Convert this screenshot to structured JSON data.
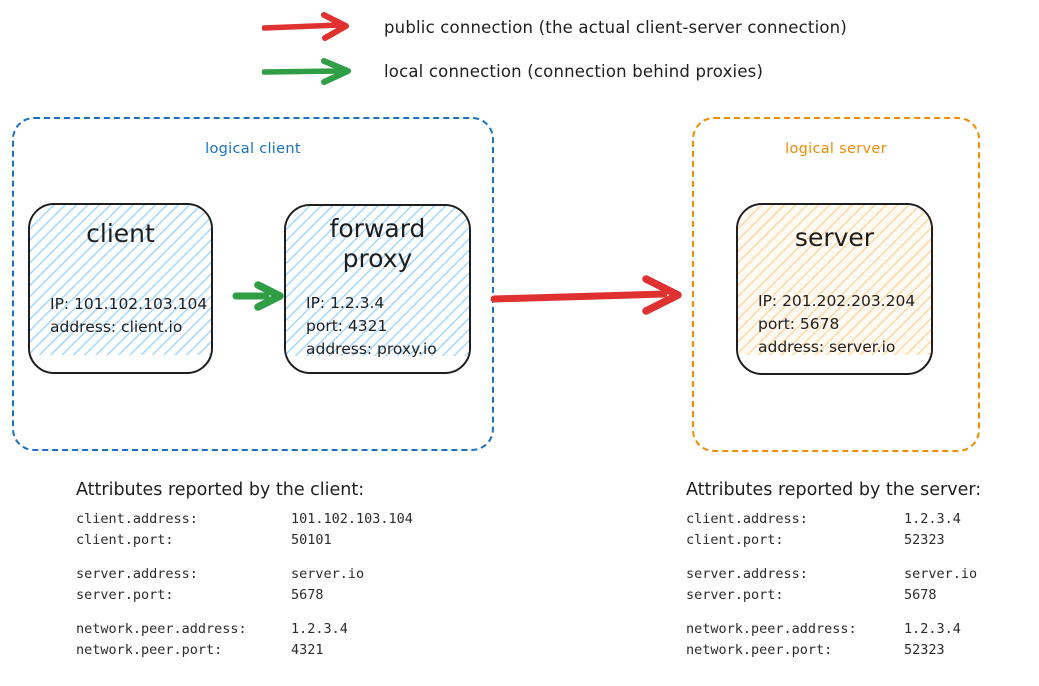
{
  "legend": {
    "items": [
      {
        "icon": "red-arrow-icon",
        "label": "public connection (the actual client-server connection)",
        "color": "#e03131"
      },
      {
        "icon": "green-arrow-icon",
        "label": "local connection (connection behind proxies)",
        "color": "#2f9e44"
      }
    ]
  },
  "groups": {
    "client": {
      "title": "logical client",
      "color": "#1971c2"
    },
    "server": {
      "title": "logical server",
      "color": "#f08c00"
    }
  },
  "nodes": {
    "client": {
      "title": "client",
      "lines": [
        "IP: 101.102.103.104",
        "address: client.io"
      ],
      "fill": "#a5d8ff"
    },
    "proxy": {
      "title_line1": "forward",
      "title_line2": "proxy",
      "lines": [
        "IP: 1.2.3.4",
        "port: 4321",
        "address: proxy.io"
      ],
      "fill": "#a5d8ff"
    },
    "server": {
      "title": "server",
      "lines": [
        "IP: 201.202.203.204",
        "port: 5678",
        "address: server.io"
      ],
      "fill": "#ffd8a8"
    }
  },
  "arrows": {
    "client_to_proxy": {
      "name": "green-arrow-icon",
      "color": "#2f9e44"
    },
    "proxy_to_server": {
      "name": "red-arrow-icon",
      "color": "#e03131"
    }
  },
  "attributes": {
    "client": {
      "heading": "Attributes reported by the client:",
      "rows": [
        {
          "key": "client.address:",
          "value": "101.102.103.104"
        },
        {
          "key": "client.port:",
          "value": "50101"
        },
        {
          "key": "",
          "value": "",
          "spacer": true
        },
        {
          "key": "server.address:",
          "value": "server.io"
        },
        {
          "key": "server.port:",
          "value": "5678"
        },
        {
          "key": "",
          "value": "",
          "spacer": true
        },
        {
          "key": "network.peer.address:",
          "value": "1.2.3.4"
        },
        {
          "key": "network.peer.port:",
          "value": "4321"
        }
      ]
    },
    "server": {
      "heading": "Attributes reported by the server:",
      "rows": [
        {
          "key": "client.address:",
          "value": "1.2.3.4"
        },
        {
          "key": "client.port:",
          "value": "52323"
        },
        {
          "key": "",
          "value": "",
          "spacer": true
        },
        {
          "key": "server.address:",
          "value": "server.io"
        },
        {
          "key": "server.port:",
          "value": "5678"
        },
        {
          "key": "",
          "value": "",
          "spacer": true
        },
        {
          "key": "network.peer.address:",
          "value": "1.2.3.4"
        },
        {
          "key": "network.peer.port:",
          "value": "52323"
        }
      ]
    }
  }
}
